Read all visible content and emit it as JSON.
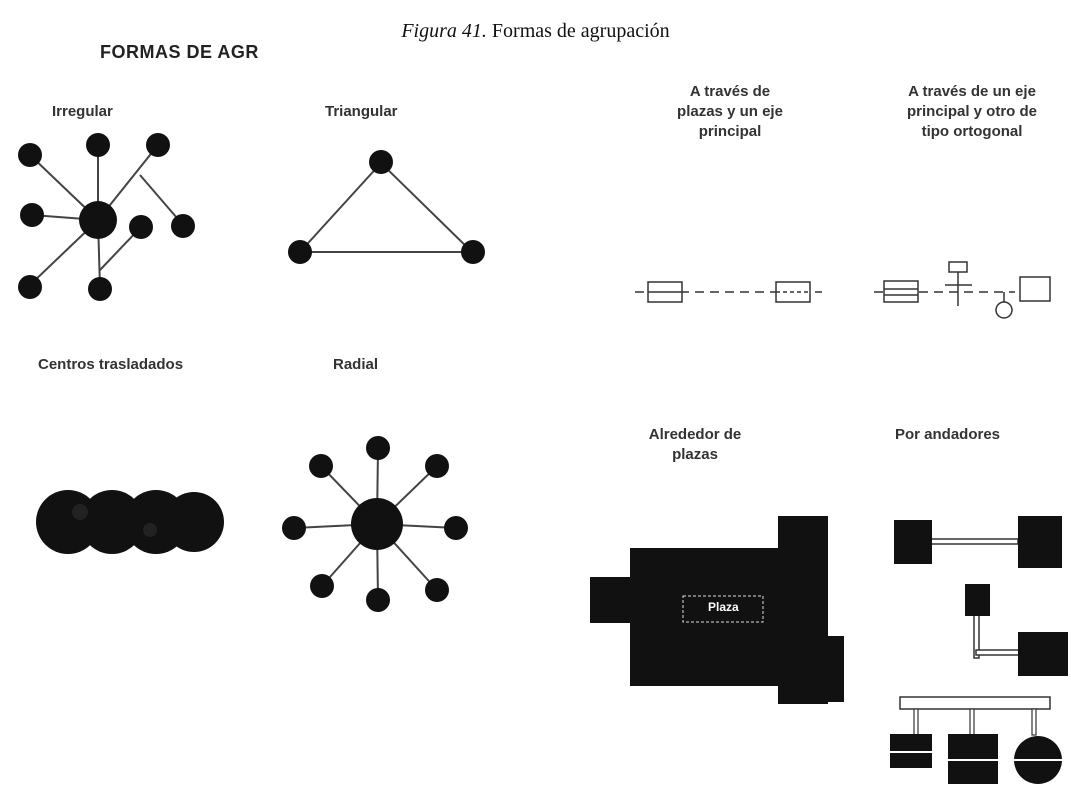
{
  "caption": {
    "prefix": "Figura 41.",
    "text": " Formas de agrupación"
  },
  "section_title": "FORMAS DE AGR",
  "patterns": {
    "irregular": "Irregular",
    "triangular": "Triangular",
    "centros_trasladados": "Centros trasladados",
    "radial": "Radial",
    "plazas_eje": "A través de\nplazas y un eje\nprincipal",
    "eje_ortogonal": "A través de un eje\nprincipal y otro de\ntipo ortogonal",
    "alrededor_plazas": "Alrededor de\nplazas",
    "andadores": "Por andadores"
  },
  "plaza_label": "Plaza"
}
